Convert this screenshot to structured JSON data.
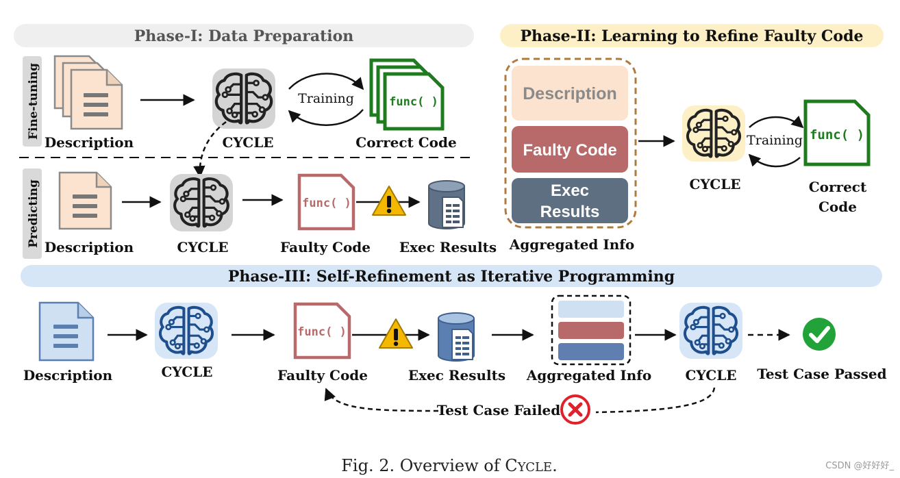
{
  "phase1": {
    "title": "Phase-I: Data Preparation",
    "finetuning": {
      "side_label": "Fine-tuning",
      "description": "Description",
      "model": "CYCLE",
      "correct_code": "Correct Code",
      "training": "Training",
      "func": "func( )"
    },
    "predicting": {
      "side_label": "Predicting",
      "description": "Description",
      "model": "CYCLE",
      "faulty_code": "Faulty Code",
      "exec_results": "Exec Results",
      "func": "func( )"
    }
  },
  "phase2": {
    "title": "Phase-II: Learning to Refine Faulty Code",
    "box_description": "Description",
    "box_faulty": "Faulty Code",
    "box_exec_line1": "Exec",
    "box_exec_line2": "Results",
    "aggregated": "Aggregated Info",
    "model": "CYCLE",
    "training": "Training",
    "func": "func( )",
    "correct_line1": "Correct",
    "correct_line2": "Code"
  },
  "phase3": {
    "title": "Phase-III: Self-Refinement as Iterative Programming",
    "description": "Description",
    "model1": "CYCLE",
    "faulty_code": "Faulty Code",
    "func": "func( )",
    "exec_results": "Exec Results",
    "aggregated": "Aggregated Info",
    "model2": "CYCLE",
    "passed": "Test Case Passed",
    "failed": "Test Case Failed"
  },
  "caption": {
    "prefix": "Fig. 2.  Overview of ",
    "name_first": "C",
    "name_rest": "YCLE",
    "suffix": "."
  },
  "watermark": "CSDN @好好好_",
  "colors": {
    "doc_peach": "#fbe3cf",
    "doc_peach_stroke": "#8a8a8a",
    "doc_blue": "#cfe0f3",
    "doc_blue_stroke": "#5b7fb0",
    "green": "#1e7b1e",
    "faulty": "#b86a6a",
    "exec_slate": "#5f6f82",
    "phase1_band": "#efefef",
    "phase2_band": "#fdf0c6",
    "phase3_band": "#d6e6f7",
    "warning": "#f5b800",
    "pass": "#22a33a",
    "fail": "#e0202a"
  }
}
